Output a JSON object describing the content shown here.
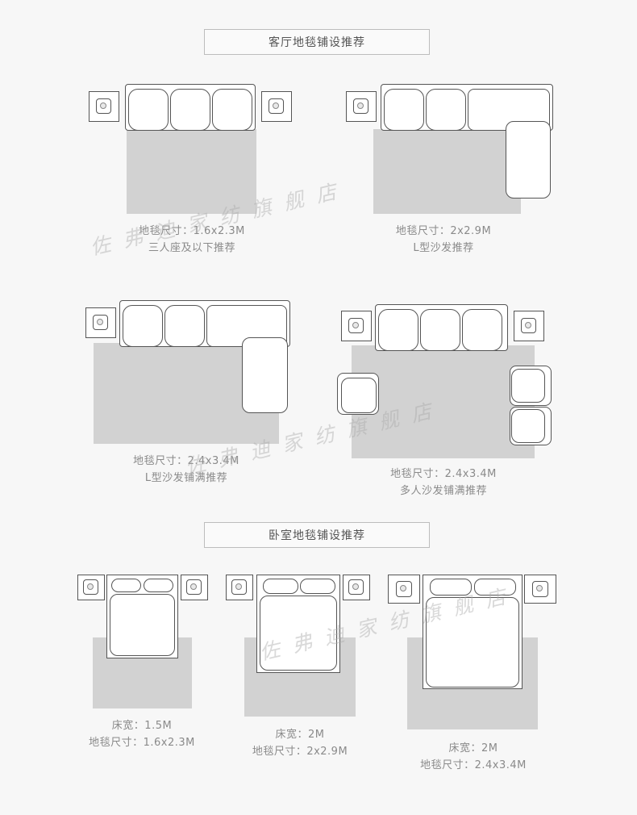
{
  "living_section": {
    "title": "客厅地毯铺设推荐"
  },
  "bedroom_section": {
    "title": "卧室地毯铺设推荐"
  },
  "living_layouts": [
    {
      "rug_size": "地毯尺寸：1.6x2.3M",
      "note": "三人座及以下推荐"
    },
    {
      "rug_size": "地毯尺寸：2x2.9M",
      "note": "L型沙发推荐"
    },
    {
      "rug_size": "地毯尺寸：2.4x3.4M",
      "note": "L型沙发铺满推荐"
    },
    {
      "rug_size": "地毯尺寸：2.4x3.4M",
      "note": "多人沙发铺满推荐"
    }
  ],
  "bedroom_layouts": [
    {
      "bed_width": "床宽：1.5M",
      "rug_size": "地毯尺寸：1.6x2.3M"
    },
    {
      "bed_width": "床宽：2M",
      "rug_size": "地毯尺寸：2x2.9M"
    },
    {
      "bed_width": "床宽：2M",
      "rug_size": "地毯尺寸：2.4x3.4M"
    }
  ],
  "watermark": "佐弗迪家纺旗舰店",
  "colors": {
    "rug": "#d2d2d2",
    "outline": "#555555",
    "background": "#f7f7f7"
  }
}
